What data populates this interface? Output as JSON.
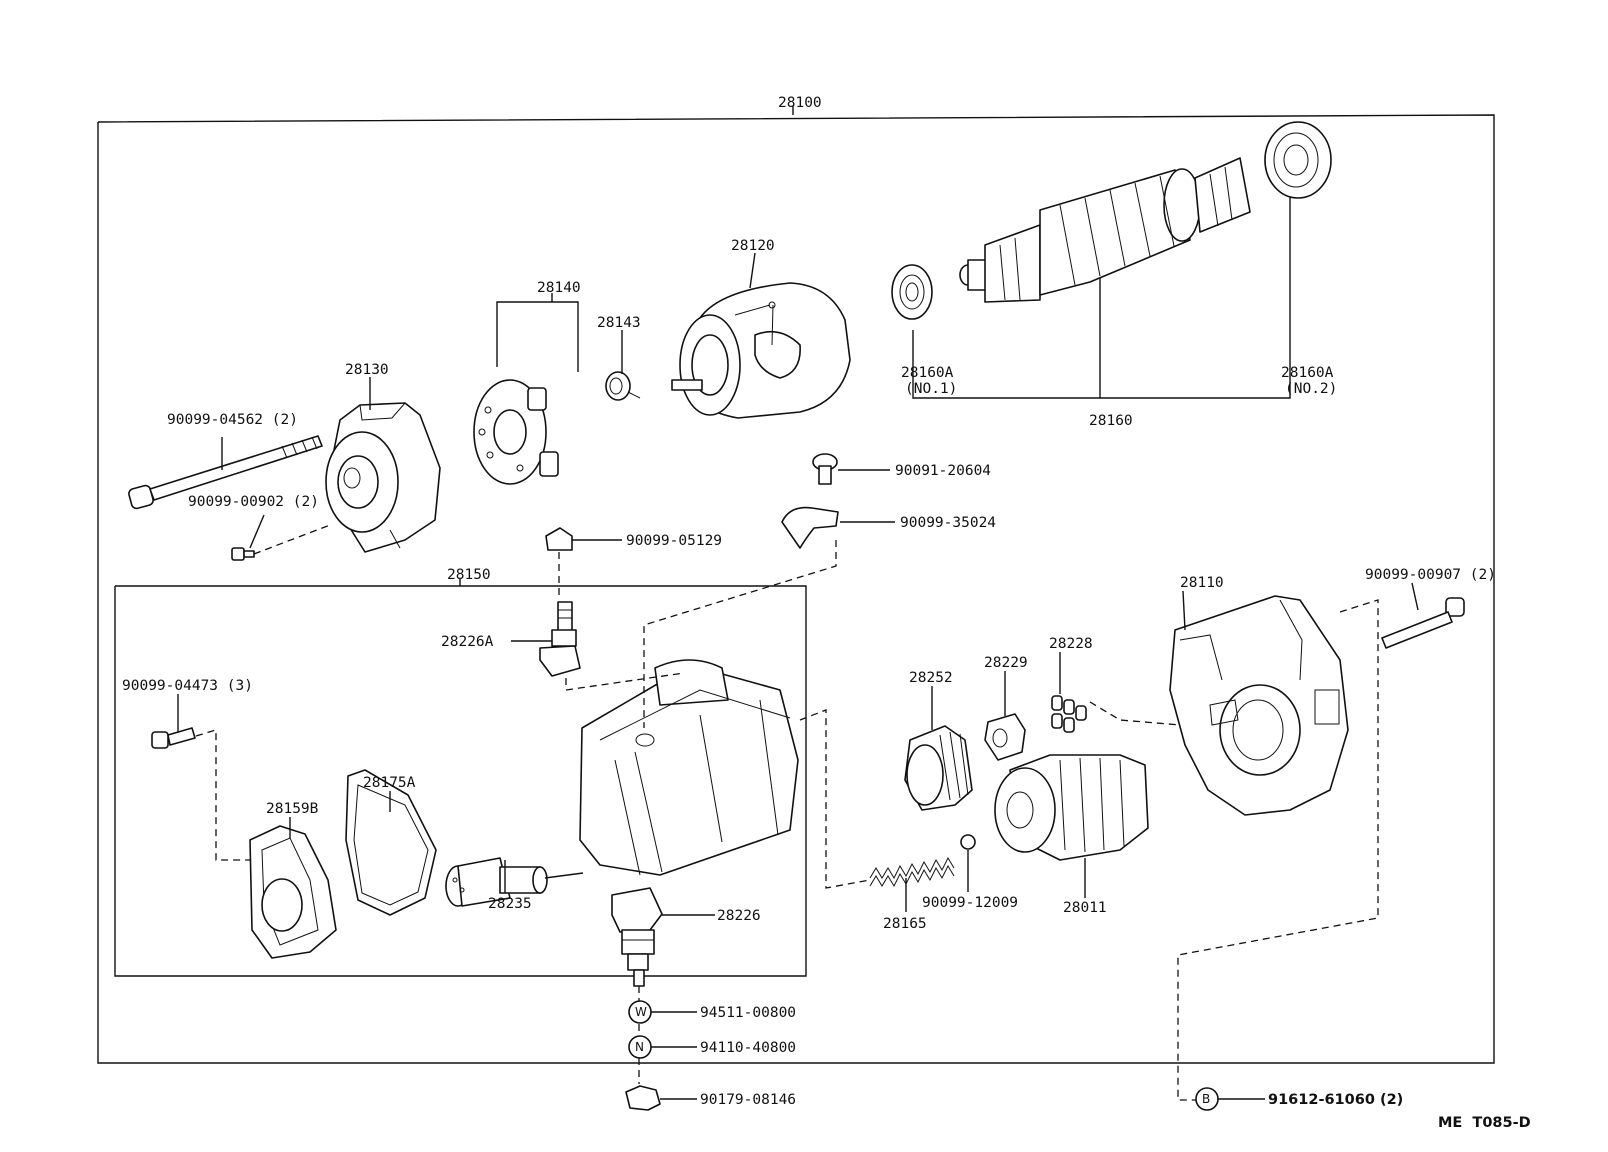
{
  "labels": {
    "assy": "28100",
    "yoke": "28150",
    "end_frame": "28130",
    "brush_holder": "28140",
    "brush_spring": "28143",
    "field_frame": "28120",
    "bearing_no1": "28160A",
    "bearing_no1_sub": "(NO.1)",
    "bearing_no2": "28160A",
    "bearing_no2_sub": "(NO.2)",
    "armature": "28160",
    "through_bolt": "90099-04562 (2)",
    "screw_end": "90099-00902 (2)",
    "screw_top": "90091-20604",
    "clip": "90099-35024",
    "nut_top": "90099-05129",
    "terminal_a": "28226A",
    "screw_cover": "90099-04473 (3)",
    "cover": "28159B",
    "gasket": "28175A",
    "plunger": "28235",
    "terminal": "28226",
    "housing": "28110",
    "bolt_housing": "90099-00907 (2)",
    "gear": "28252",
    "retainer": "28229",
    "idler": "28228",
    "clutch": "28011",
    "spring": "28165",
    "ball": "90099-12009",
    "washer": "94511-00800",
    "nut_n": "94110-40800",
    "nut_bottom": "90179-08146",
    "bolt_b": "91612-61060 (2)",
    "circle_w": "W",
    "circle_n": "N",
    "circle_b": "B",
    "ref": "ME  T085-D"
  }
}
